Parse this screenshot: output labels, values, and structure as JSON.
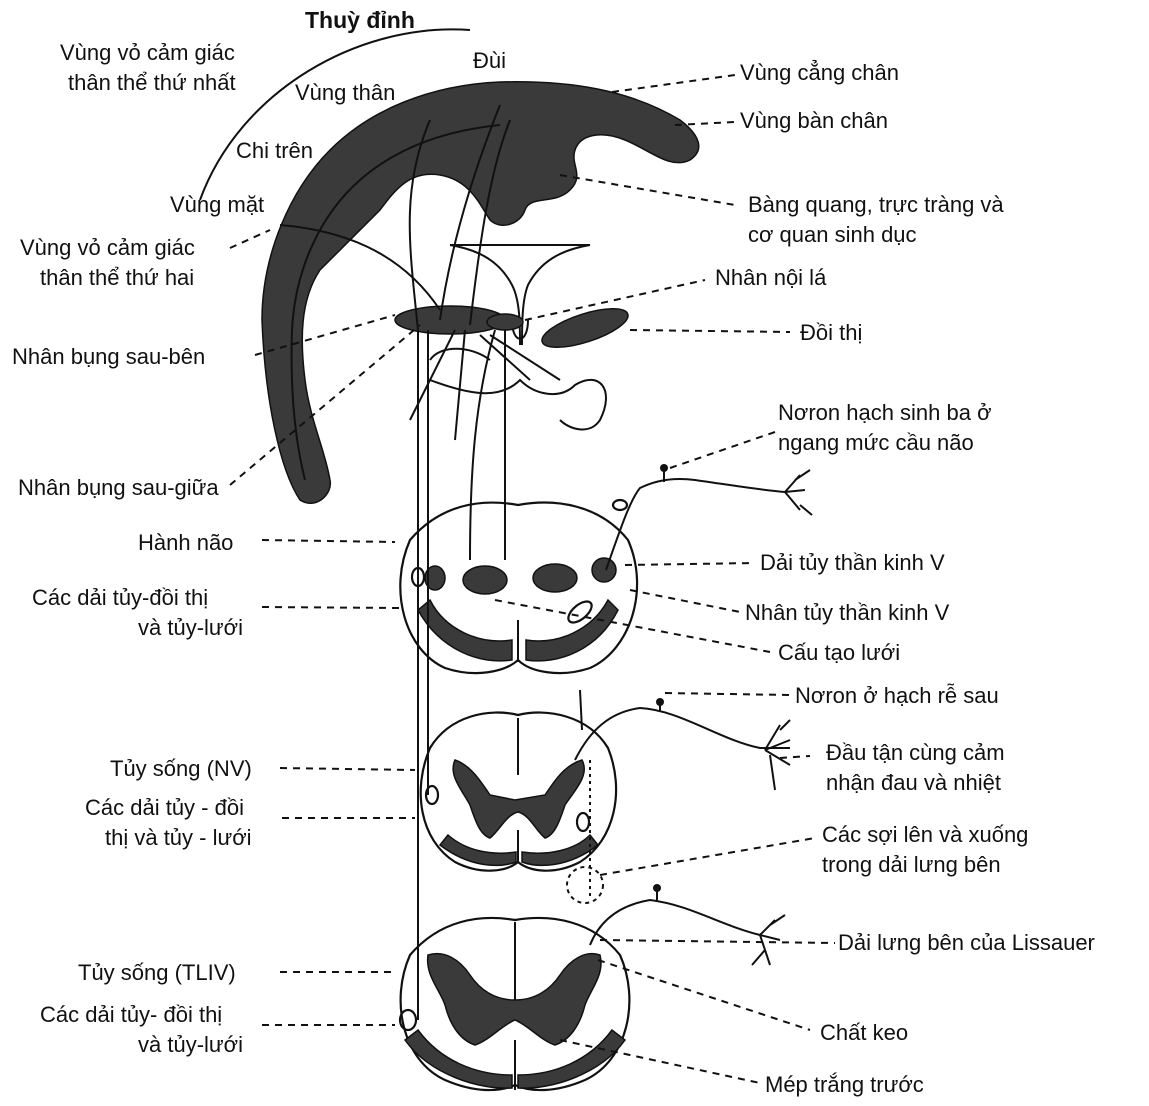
{
  "labels": {
    "thuy_dinh": "Thuỳ đỉnh",
    "vung_vo_cam_giac_1_line1": "Vùng vỏ cảm giác",
    "vung_vo_cam_giac_1_line2": "thân thể thứ nhất",
    "dui": "Đùi",
    "vung_than": "Vùng thân",
    "vung_cang_chan": "Vùng cẳng chân",
    "vung_ban_chan": "Vùng bàn chân",
    "chi_tren": "Chi trên",
    "vung_mat": "Vùng mặt",
    "bang_quang_line1": "Bàng quang, trực tràng và",
    "bang_quang_line2": "cơ quan sinh dục",
    "vung_vo_cam_giac_2_line1": "Vùng vỏ cảm giác",
    "vung_vo_cam_giac_2_line2": "thân thể thứ hai",
    "nhan_noi_la": "Nhân nội lá",
    "doi_thi": "Đồi thị",
    "nhan_bung_sau_ben": "Nhân bụng sau-bên",
    "nhan_bung_sau_giua": "Nhân bụng sau-giữa",
    "noron_hach_sinh_ba_line1": "Nơron hạch sinh ba ở",
    "noron_hach_sinh_ba_line2": "ngang mức cầu não",
    "hanh_nao": "Hành não",
    "dai_tuy_than_kinh_v": "Dải tủy thần kinh V",
    "cac_dai_tuy_doi_thi_1_line1": "Các dải tủy-đồi thị",
    "cac_dai_tuy_doi_thi_1_line2": "và tủy-lưới",
    "nhan_tuy_than_kinh_v": "Nhân tủy thần kinh V",
    "cau_tao_luoi": "Cấu tạo lưới",
    "noron_hach_re_sau": "Nơron ở hạch rễ sau",
    "tuy_song_nv": "Tủy sống (NV)",
    "dau_tan_cung_line1": "Đầu tận cùng cảm",
    "dau_tan_cung_line2": "nhận đau và nhiệt",
    "cac_dai_tuy_doi_thi_2_line1": "Các dải tủy - đồi",
    "cac_dai_tuy_doi_thi_2_line2": "thị và tủy - lưới",
    "cac_soi_len_xuong_line1": "Các sợi lên và xuống",
    "cac_soi_len_xuong_line2": "trong dải lưng bên",
    "tuy_song_tliv": "Tủy sống (TLIV)",
    "dai_lung_ben_lissauer": "Dải lưng bên của Lissauer",
    "cac_dai_tuy_doi_thi_3_line1": "Các dải tủy- đồi thị",
    "cac_dai_tuy_doi_thi_3_line2": "và tủy-lưới",
    "chat_keo": "Chất keo",
    "mep_trang_truoc": "Mép trắng trước"
  },
  "colors": {
    "ink": "#111111",
    "shading": "#3a3a3a",
    "background": "#ffffff"
  }
}
